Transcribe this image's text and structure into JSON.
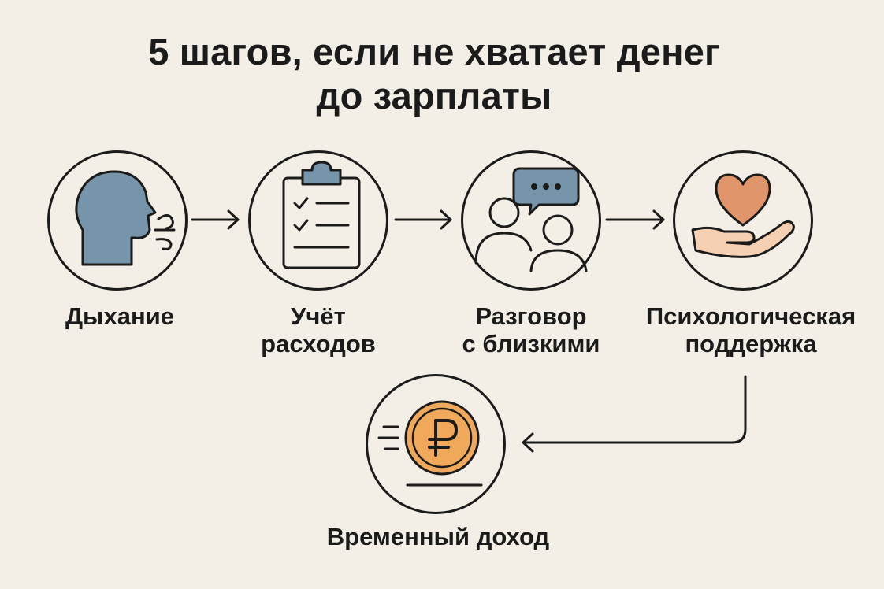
{
  "diagram": {
    "title_lines": [
      "5 шагов, если не хватает денег",
      "до зарплаты"
    ],
    "steps": [
      {
        "label_lines": [
          "Дыхание"
        ],
        "icon": "breathing-head-icon",
        "color": "#7795aa"
      },
      {
        "label_lines": [
          "Учёт",
          "расходов"
        ],
        "icon": "clipboard-checklist-icon",
        "color": "#7795aa"
      },
      {
        "label_lines": [
          "Разговор",
          "с близкими"
        ],
        "icon": "people-chat-icon",
        "color": "#7795aa"
      },
      {
        "label_lines": [
          "Психологическая",
          "поддержка"
        ],
        "icon": "heart-hand-icon",
        "color": "#e0956a"
      },
      {
        "label_lines": [
          "Временный доход"
        ],
        "icon": "ruble-coin-icon",
        "color": "#f0a95b"
      }
    ]
  }
}
